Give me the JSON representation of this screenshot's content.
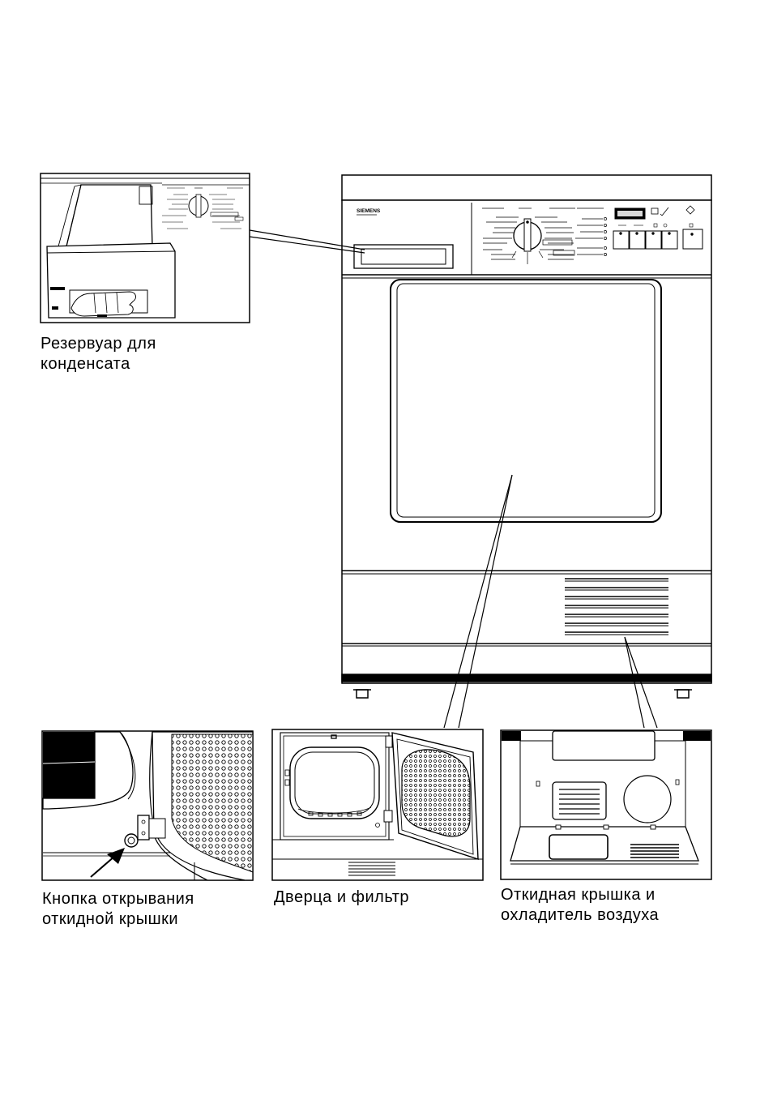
{
  "brand": "SIEMENS",
  "captions": {
    "condensate_tank": [
      "Резервуар для",
      "конденсата"
    ],
    "flap_button": [
      "Кнопка открывания",
      "откидной крышки"
    ],
    "door_filter": [
      "Дверца и фильтр"
    ],
    "flap_cooler": [
      "Откидная крышка и",
      "охладитель воздуха"
    ]
  },
  "colors": {
    "line": "#000000",
    "background": "#ffffff"
  }
}
